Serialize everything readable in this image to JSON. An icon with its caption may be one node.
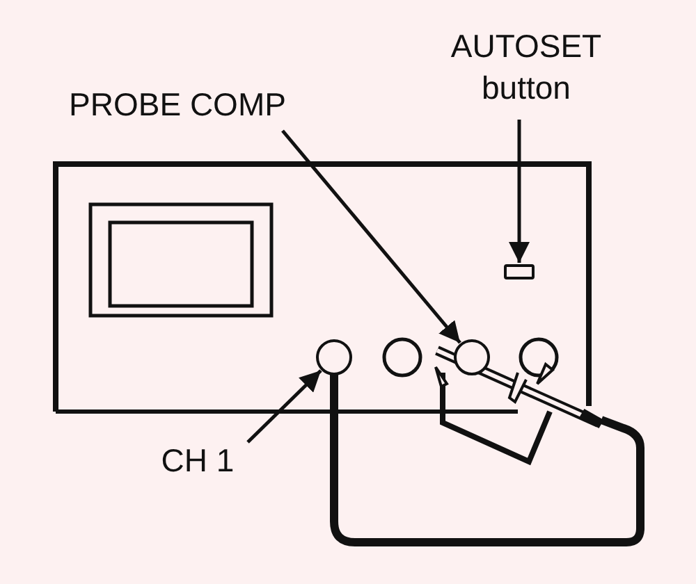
{
  "diagram": {
    "nodes": [
      {
        "text": [
          "AUTOSET button"
        ]
      },
      {
        "text": [],
        "shape": "box"
      },
      {
        "text": [
          "PROBE COMP"
        ]
      },
      {
        "text": [
          "CH 1"
        ]
      },
      {
        "text": [],
        "shape": "circle"
      },
      {
        "text": [],
        "shape": "circle"
      }
    ],
    "edges": [
      {
        "from": 0,
        "to": 1,
        "arrow": "to"
      },
      {
        "from": 2,
        "to": 5,
        "arrow": "to"
      },
      {
        "from": 3,
        "to": 4,
        "arrow": "to"
      }
    ]
  }
}
